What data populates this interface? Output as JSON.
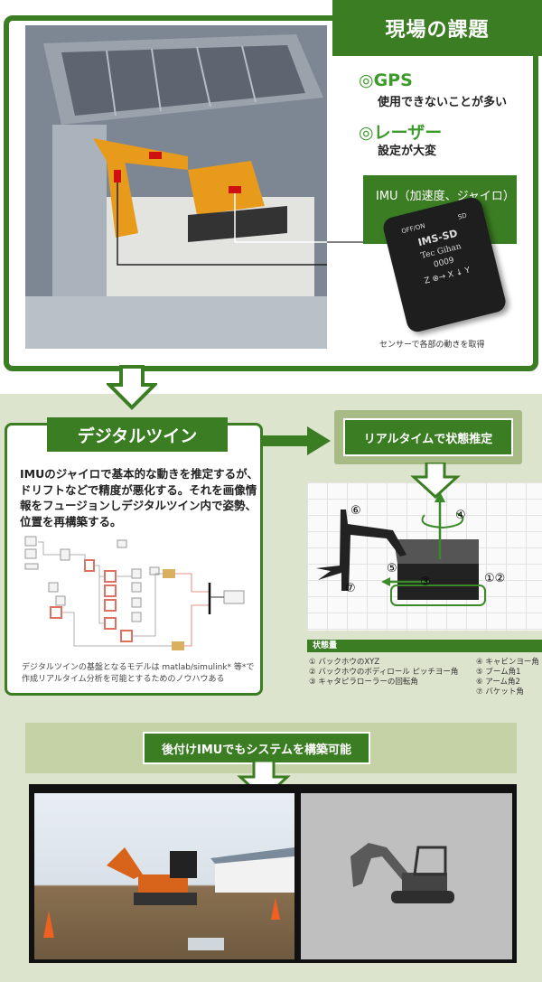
{
  "site_issues": {
    "title": "現場の課題",
    "issues": [
      {
        "heading": "◎GPS",
        "detail": "使用できないことが多い"
      },
      {
        "heading": "◎レーザー",
        "detail": "設定が大変"
      }
    ],
    "imu_label": "IMU（加速度、ジャイロ）",
    "device": {
      "switch": "OFF/ON",
      "sd": "SD",
      "model": "IMS-SD",
      "brand": "Tec Gihan",
      "serial": "0009",
      "axes": "Z ⊗→ X ↓ Y"
    },
    "caption": "センサーで各部の動きを取得"
  },
  "digital_twin": {
    "title": "デジタルツイン",
    "description": "IMUのジャイロで基本的な動きを推定するが、ドリフトなどで精度が悪化する。それを画像情報をフュージョンしデジタルツイン内で姿勢、位置を再構築する。",
    "caption": "デジタルツインの基盤となるモデルは matlab/simulink* 等*で作成リアルタイム分析を可能とするためのノウハウある"
  },
  "realtime": {
    "label": "リアルタイムで状態推定",
    "markers": [
      "⑥",
      "④",
      "⑤",
      "③",
      "⑦",
      "①②"
    ]
  },
  "state": {
    "title": "状態量",
    "left_items": [
      "① バックホウのXYZ",
      "② バックホウのボディロール ピッチヨー角",
      "③ キャタピラローラーの回転角"
    ],
    "right_items": [
      "④ キャビンヨー角",
      "⑤ ブーム角1",
      "⑥ アーム角2",
      "⑦ バケット角"
    ]
  },
  "retrofit": {
    "label": "後付けIMUでもシステムを構築可能"
  },
  "colors": {
    "accent": "#3b7d23",
    "background": "#dde4cd"
  }
}
